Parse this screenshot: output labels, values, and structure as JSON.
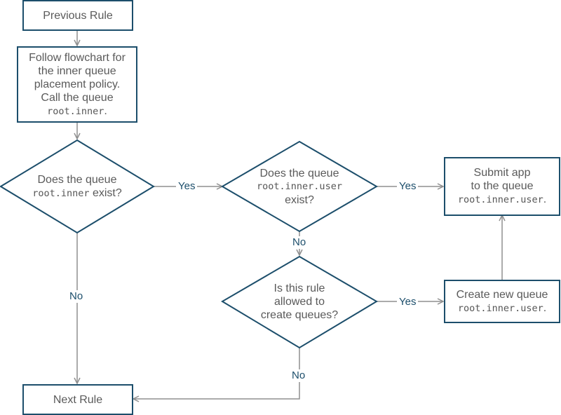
{
  "colors": {
    "node_border": "#1c4e6b",
    "connector": "#8f8f8f",
    "node_text": "#5a5a5a",
    "edge_label": "#1c4e6b"
  },
  "nodes": {
    "previous_rule": {
      "label": "Previous Rule"
    },
    "follow_flowchart": {
      "line1": "Follow flowchart for",
      "line2": "the inner queue",
      "line3": "placement policy.",
      "line4": "Call the queue",
      "code": "root.inner",
      "suffix": "."
    },
    "inner_exists": {
      "line1": "Does the queue",
      "code": "root.inner",
      "suffix": " exist?"
    },
    "user_exists": {
      "line1": "Does the queue",
      "code": "root.inner.user",
      "line3": "exist?"
    },
    "submit_app": {
      "line1": "Submit app",
      "line2": "to the queue",
      "code": "root.inner.user",
      "suffix": "."
    },
    "allowed_create": {
      "line1": "Is this rule",
      "line2": "allowed to",
      "line3": "create queues?"
    },
    "create_queue": {
      "line1": "Create new queue",
      "code": "root.inner.user",
      "suffix": "."
    },
    "next_rule": {
      "label": "Next Rule"
    }
  },
  "edges": {
    "inner_exists_yes": "Yes",
    "user_exists_yes": "Yes",
    "user_exists_no": "No",
    "inner_exists_no": "No",
    "allowed_yes": "Yes",
    "allowed_no": "No"
  }
}
